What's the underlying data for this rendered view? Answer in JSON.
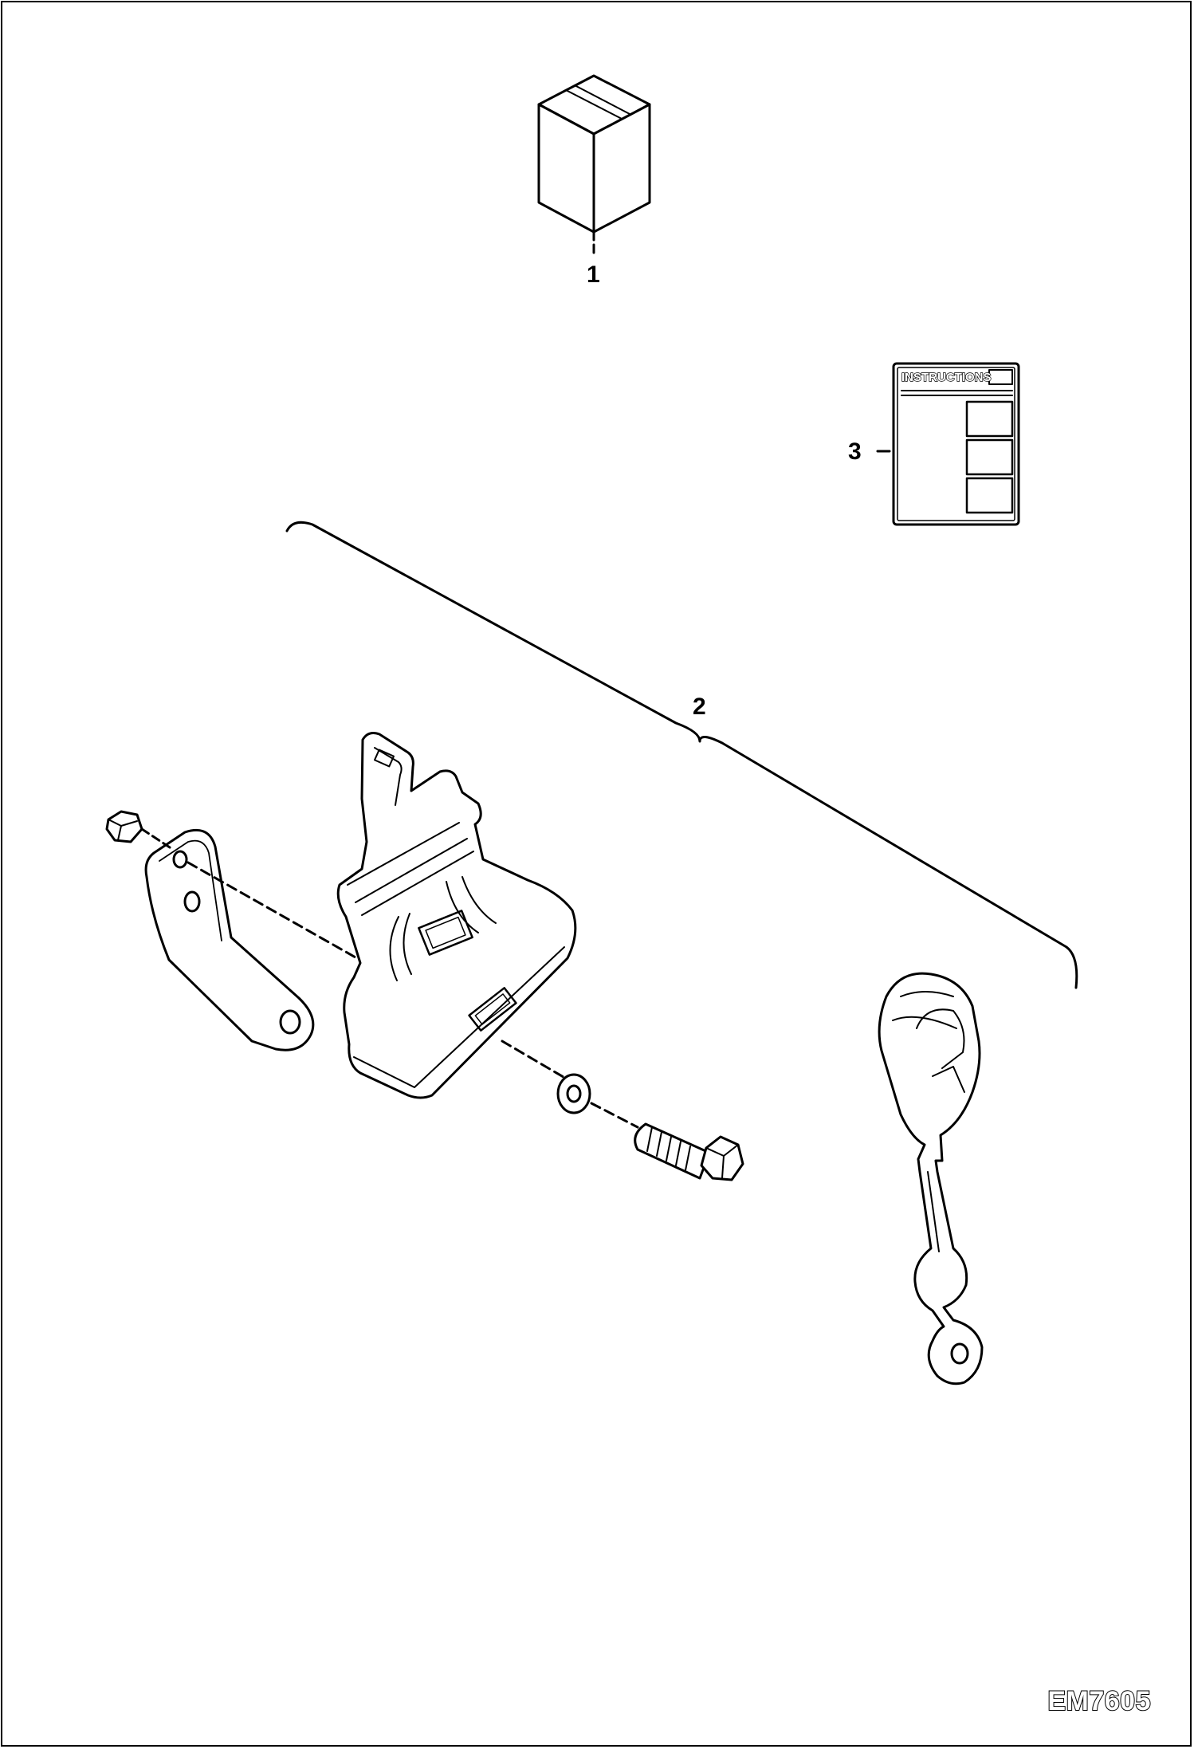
{
  "callouts": {
    "item_1": "1",
    "item_2": "2",
    "item_3": "3"
  },
  "instruction_sheet": {
    "title": "INSTRUCTIONS"
  },
  "drawing_code": "EM7605",
  "colors": {
    "line": "#000000",
    "shade": "#d9d9d9",
    "background": "#ffffff"
  }
}
